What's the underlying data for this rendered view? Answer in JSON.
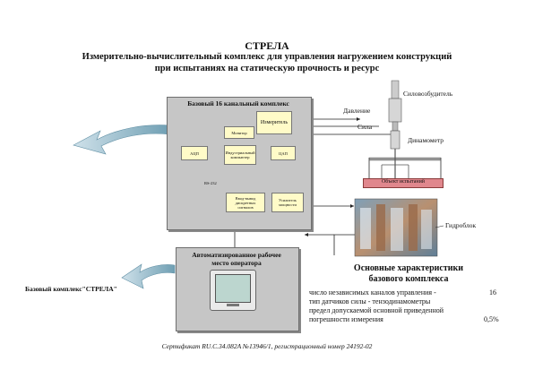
{
  "header": {
    "title": "СТРЕЛА",
    "subtitle_line1": "Измерительно-вычислительный комплекс для управления нагружением конструкций",
    "subtitle_line2": "при испытаниях на статическую прочность и ресурс"
  },
  "complex": {
    "title": "Базовый 16 канальный комплекс",
    "blocks": {
      "meter": "Измеритель",
      "monitor": "Монитор",
      "adc": "АЦП",
      "computer": "Индустриальный компьютер",
      "dac": "ЦАП",
      "rs232": "RS-232",
      "io": "Ввод-вывод дискретных сигналов",
      "amplifier": "Усилитель мощности"
    }
  },
  "rig": {
    "actuator": "Силовозбудитель",
    "pressure": "Давление",
    "force": "Сила",
    "dynamometer": "Динамометр",
    "test_object": "Объект испытаний",
    "hydroblock": "Гидроблок"
  },
  "workstation": {
    "title_line1": "Автоматизированное рабочее",
    "title_line2": "место оператора"
  },
  "base_label": "Базовый комплекс\"СТРЕЛА\"",
  "specs": {
    "heading_line1": "Основные характеристики",
    "heading_line2": "базового комплекса",
    "row1_label": "число независимых каналов управления -",
    "row1_value": "16",
    "row2_label": "тип датчиков силы - тензодинамометры",
    "row3_label": "предел допускаемой основной приведенной",
    "row4_label": "погрешности измерения",
    "row4_value": "0,5%"
  },
  "certificate": "Сертификат RU.C.34.082A №13946/1, регистрационный номер 24192-02"
}
